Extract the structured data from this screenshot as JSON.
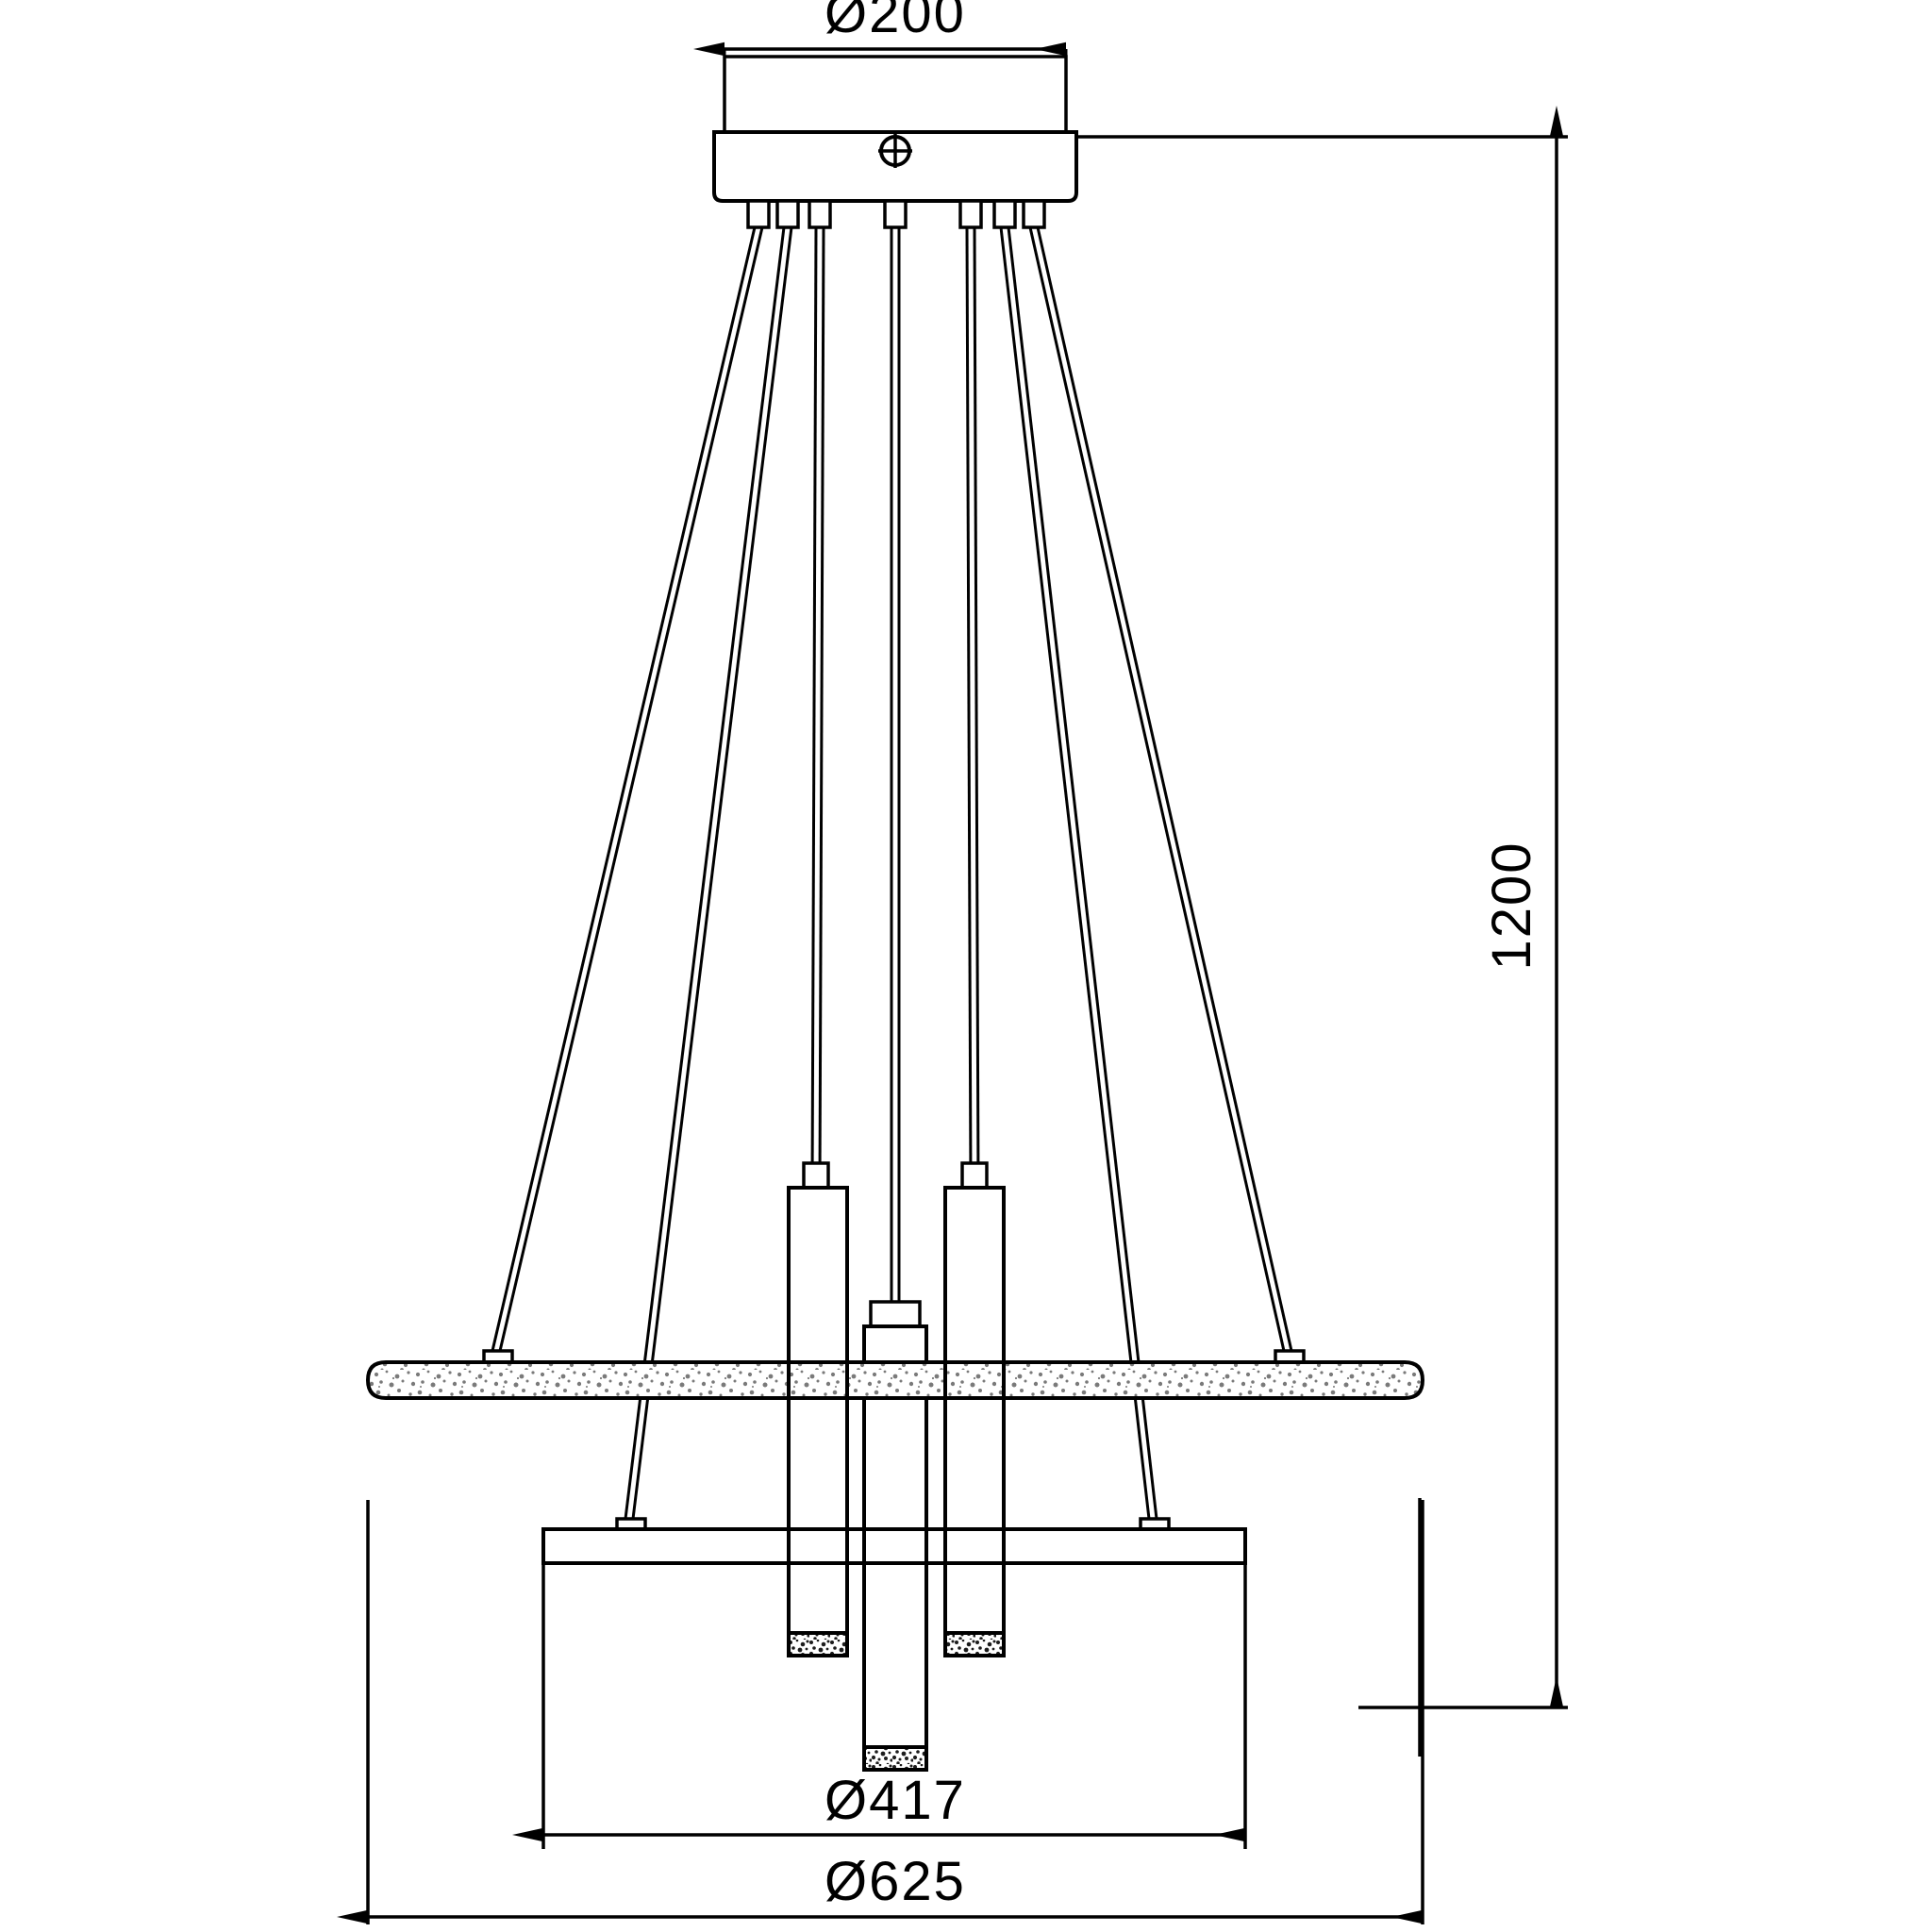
{
  "drawing": {
    "title": "Pendant chandelier dimensional drawing",
    "view": "front elevation",
    "units": "mm",
    "line_color": "#000000",
    "background_color": "#ffffff",
    "glass_fill_color": "#ffffff",
    "speckle_color": "#6e6e6e"
  },
  "dimensions": {
    "canopy_diameter": {
      "label": "Ø200",
      "value": 200,
      "symbol": "diameter",
      "placement": "top",
      "orientation": "horizontal"
    },
    "drop_height": {
      "label": "1200",
      "value": 1200,
      "symbol": "none",
      "placement": "right",
      "orientation": "vertical-rotated"
    },
    "inner_ring_diameter": {
      "label": "Ø417",
      "value": 417,
      "symbol": "diameter",
      "placement": "bottom-upper",
      "orientation": "horizontal"
    },
    "outer_ring_diameter": {
      "label": "Ø625",
      "value": 625,
      "symbol": "diameter",
      "placement": "bottom-lower",
      "orientation": "horizontal"
    }
  },
  "components": {
    "canopy": {
      "name": "ceiling canopy",
      "center_mark": "crosshair"
    },
    "suspension_cables": {
      "count": 7,
      "note": "thin twin-line cables fanning out from canopy"
    },
    "upper_ring": {
      "name": "upper glass ring",
      "finish": "speckled crystal"
    },
    "lower_ring": {
      "name": "lower metal ring",
      "finish": "plain"
    },
    "cylinder_pendants": {
      "count": 3,
      "name": "cylindrical tube pendants",
      "diffuser": "speckled crystal end cap"
    }
  }
}
